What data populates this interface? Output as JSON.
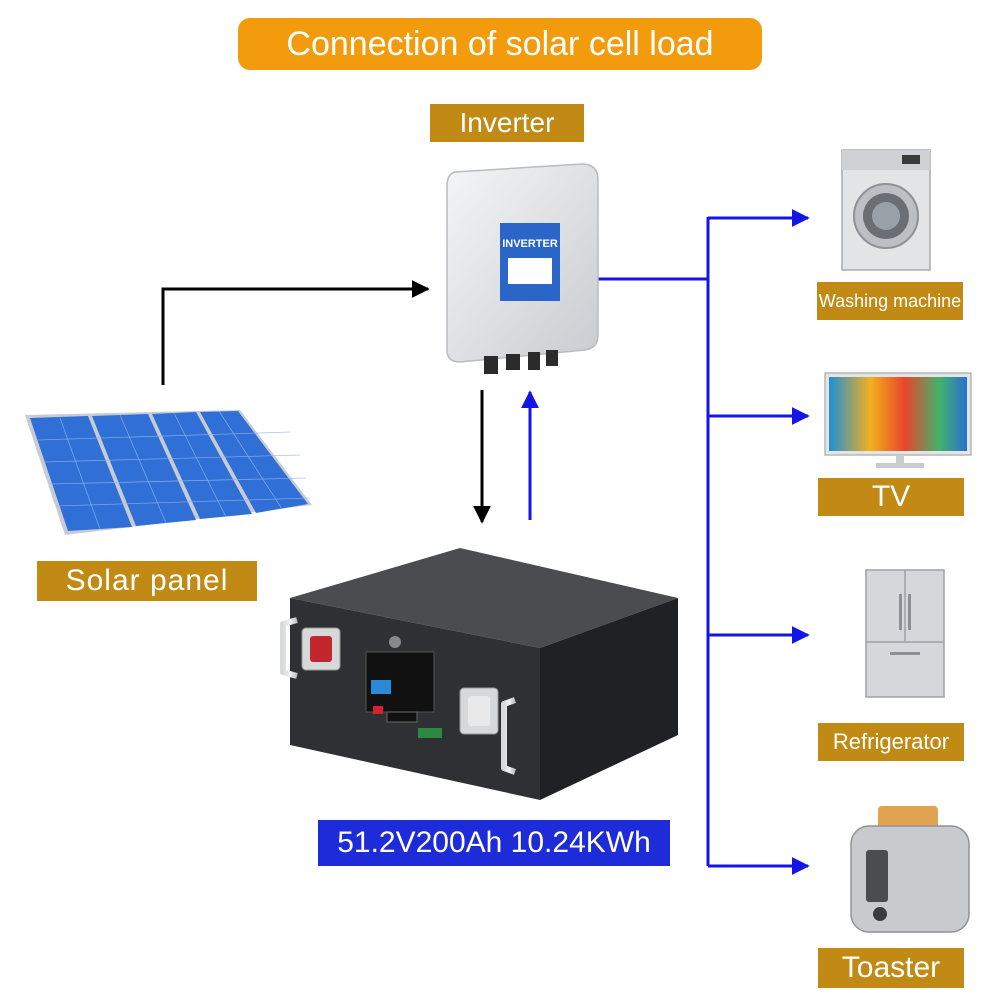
{
  "diagram": {
    "title": "Connection of solar cell load",
    "inverter": {
      "label": "Inverter",
      "panel_text": "INVERTER"
    },
    "solar_panel": {
      "label": "Solar panel"
    },
    "battery": {
      "label": "51.2V200Ah 10.24KWh"
    },
    "loads": [
      {
        "label": "Washing machine"
      },
      {
        "label": "TV"
      },
      {
        "label": "Refrigerator"
      },
      {
        "label": "Toaster"
      }
    ],
    "colors": {
      "title_bg": "#f29b0c",
      "label_bg": "#c18a15",
      "battery_label_bg": "#1e2bd8",
      "power_line": "#000000",
      "load_line": "#1414e6"
    }
  }
}
